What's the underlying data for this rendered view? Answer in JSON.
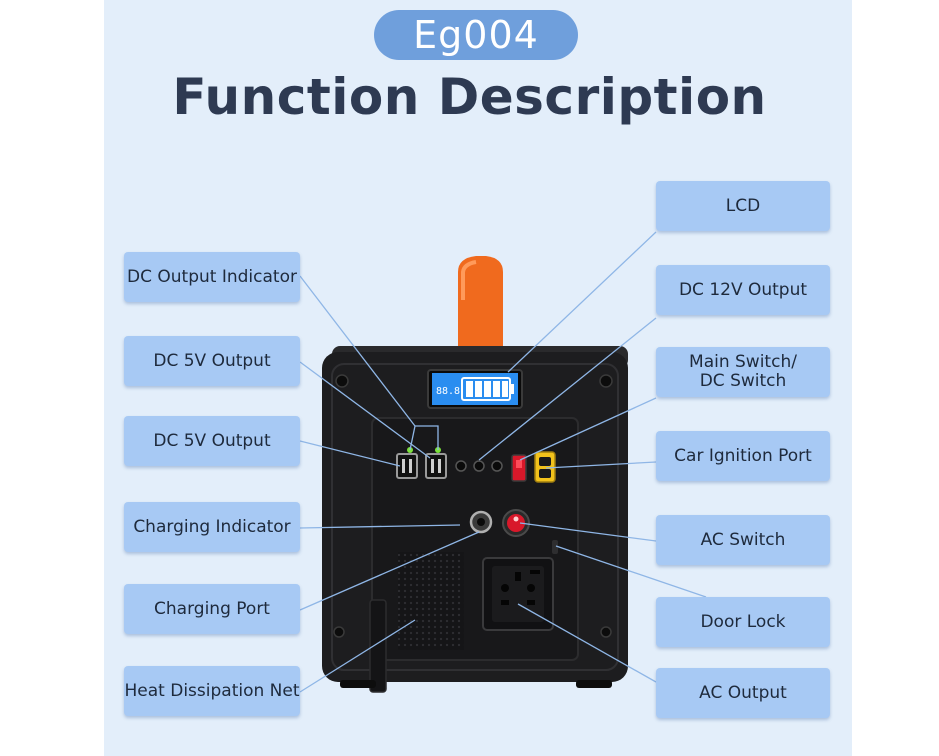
{
  "model_badge": "Eg004",
  "title": "Function Description",
  "device": {
    "lcd_readout": "88.8"
  },
  "labels": {
    "dc_output_indicator": "DC Output Indicator",
    "dc_5v_output_1": "DC 5V Output",
    "dc_5v_output_2": "DC 5V Output",
    "charging_indicator": "Charging Indicator",
    "charging_port": "Charging Port",
    "heat_dissipation_net": "Heat Dissipation Net",
    "lcd": "LCD",
    "dc_12v_output": "DC 12V Output",
    "main_switch_line1": "Main Switch/",
    "main_switch_line2": "DC Switch",
    "car_ignition_port": "Car Ignition Port",
    "ac_switch": "AC Switch",
    "door_lock": "Door Lock",
    "ac_output": "AC Output"
  },
  "colors": {
    "background_panel": "#e3eefa",
    "label_fill": "#a7c9f4",
    "badge_fill": "#6f9fdc",
    "title_text": "#2e3a52",
    "handle_orange": "#f06a1e",
    "device_body": "#1d1d1f",
    "lcd_blue": "#2a8df0",
    "switch_red": "#d8182a"
  }
}
